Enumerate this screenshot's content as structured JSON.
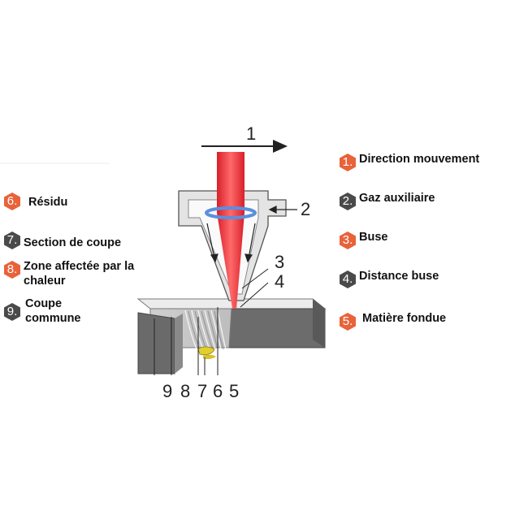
{
  "colors": {
    "orange": "#e8623a",
    "dark": "#4a4a4a",
    "laser": "#e8303a",
    "workpiece_top": "#e9e9e9",
    "workpiece_front": "#6f6f6f",
    "nozzle": "#e2e2e2",
    "dross": "#e0cc33"
  },
  "diagram": {
    "callouts": [
      "1",
      "2",
      "3",
      "4",
      "9",
      "8",
      "7",
      "6",
      "5"
    ]
  },
  "legend_right": [
    {
      "num": "1.",
      "text": "Direction mouvement",
      "color": "orange"
    },
    {
      "num": "2.",
      "text": "Gaz auxiliaire",
      "color": "dark"
    },
    {
      "num": "3.",
      "text": "Buse",
      "color": "orange"
    },
    {
      "num": "4.",
      "text": "Distance buse",
      "color": "dark"
    },
    {
      "num": "5.",
      "text": "Matière fondue",
      "color": "orange"
    }
  ],
  "legend_left": [
    {
      "num": "6.",
      "line1": "Résidu",
      "line2": "",
      "color": "orange"
    },
    {
      "num": "7.",
      "line1": "Section de coupe",
      "line2": "",
      "color": "dark"
    },
    {
      "num": "8.",
      "line1": "Zone affectée par la",
      "line2": "chaleur",
      "color": "orange"
    },
    {
      "num": "9.",
      "line1": "Coupe",
      "line2": "commune",
      "color": "dark"
    }
  ]
}
